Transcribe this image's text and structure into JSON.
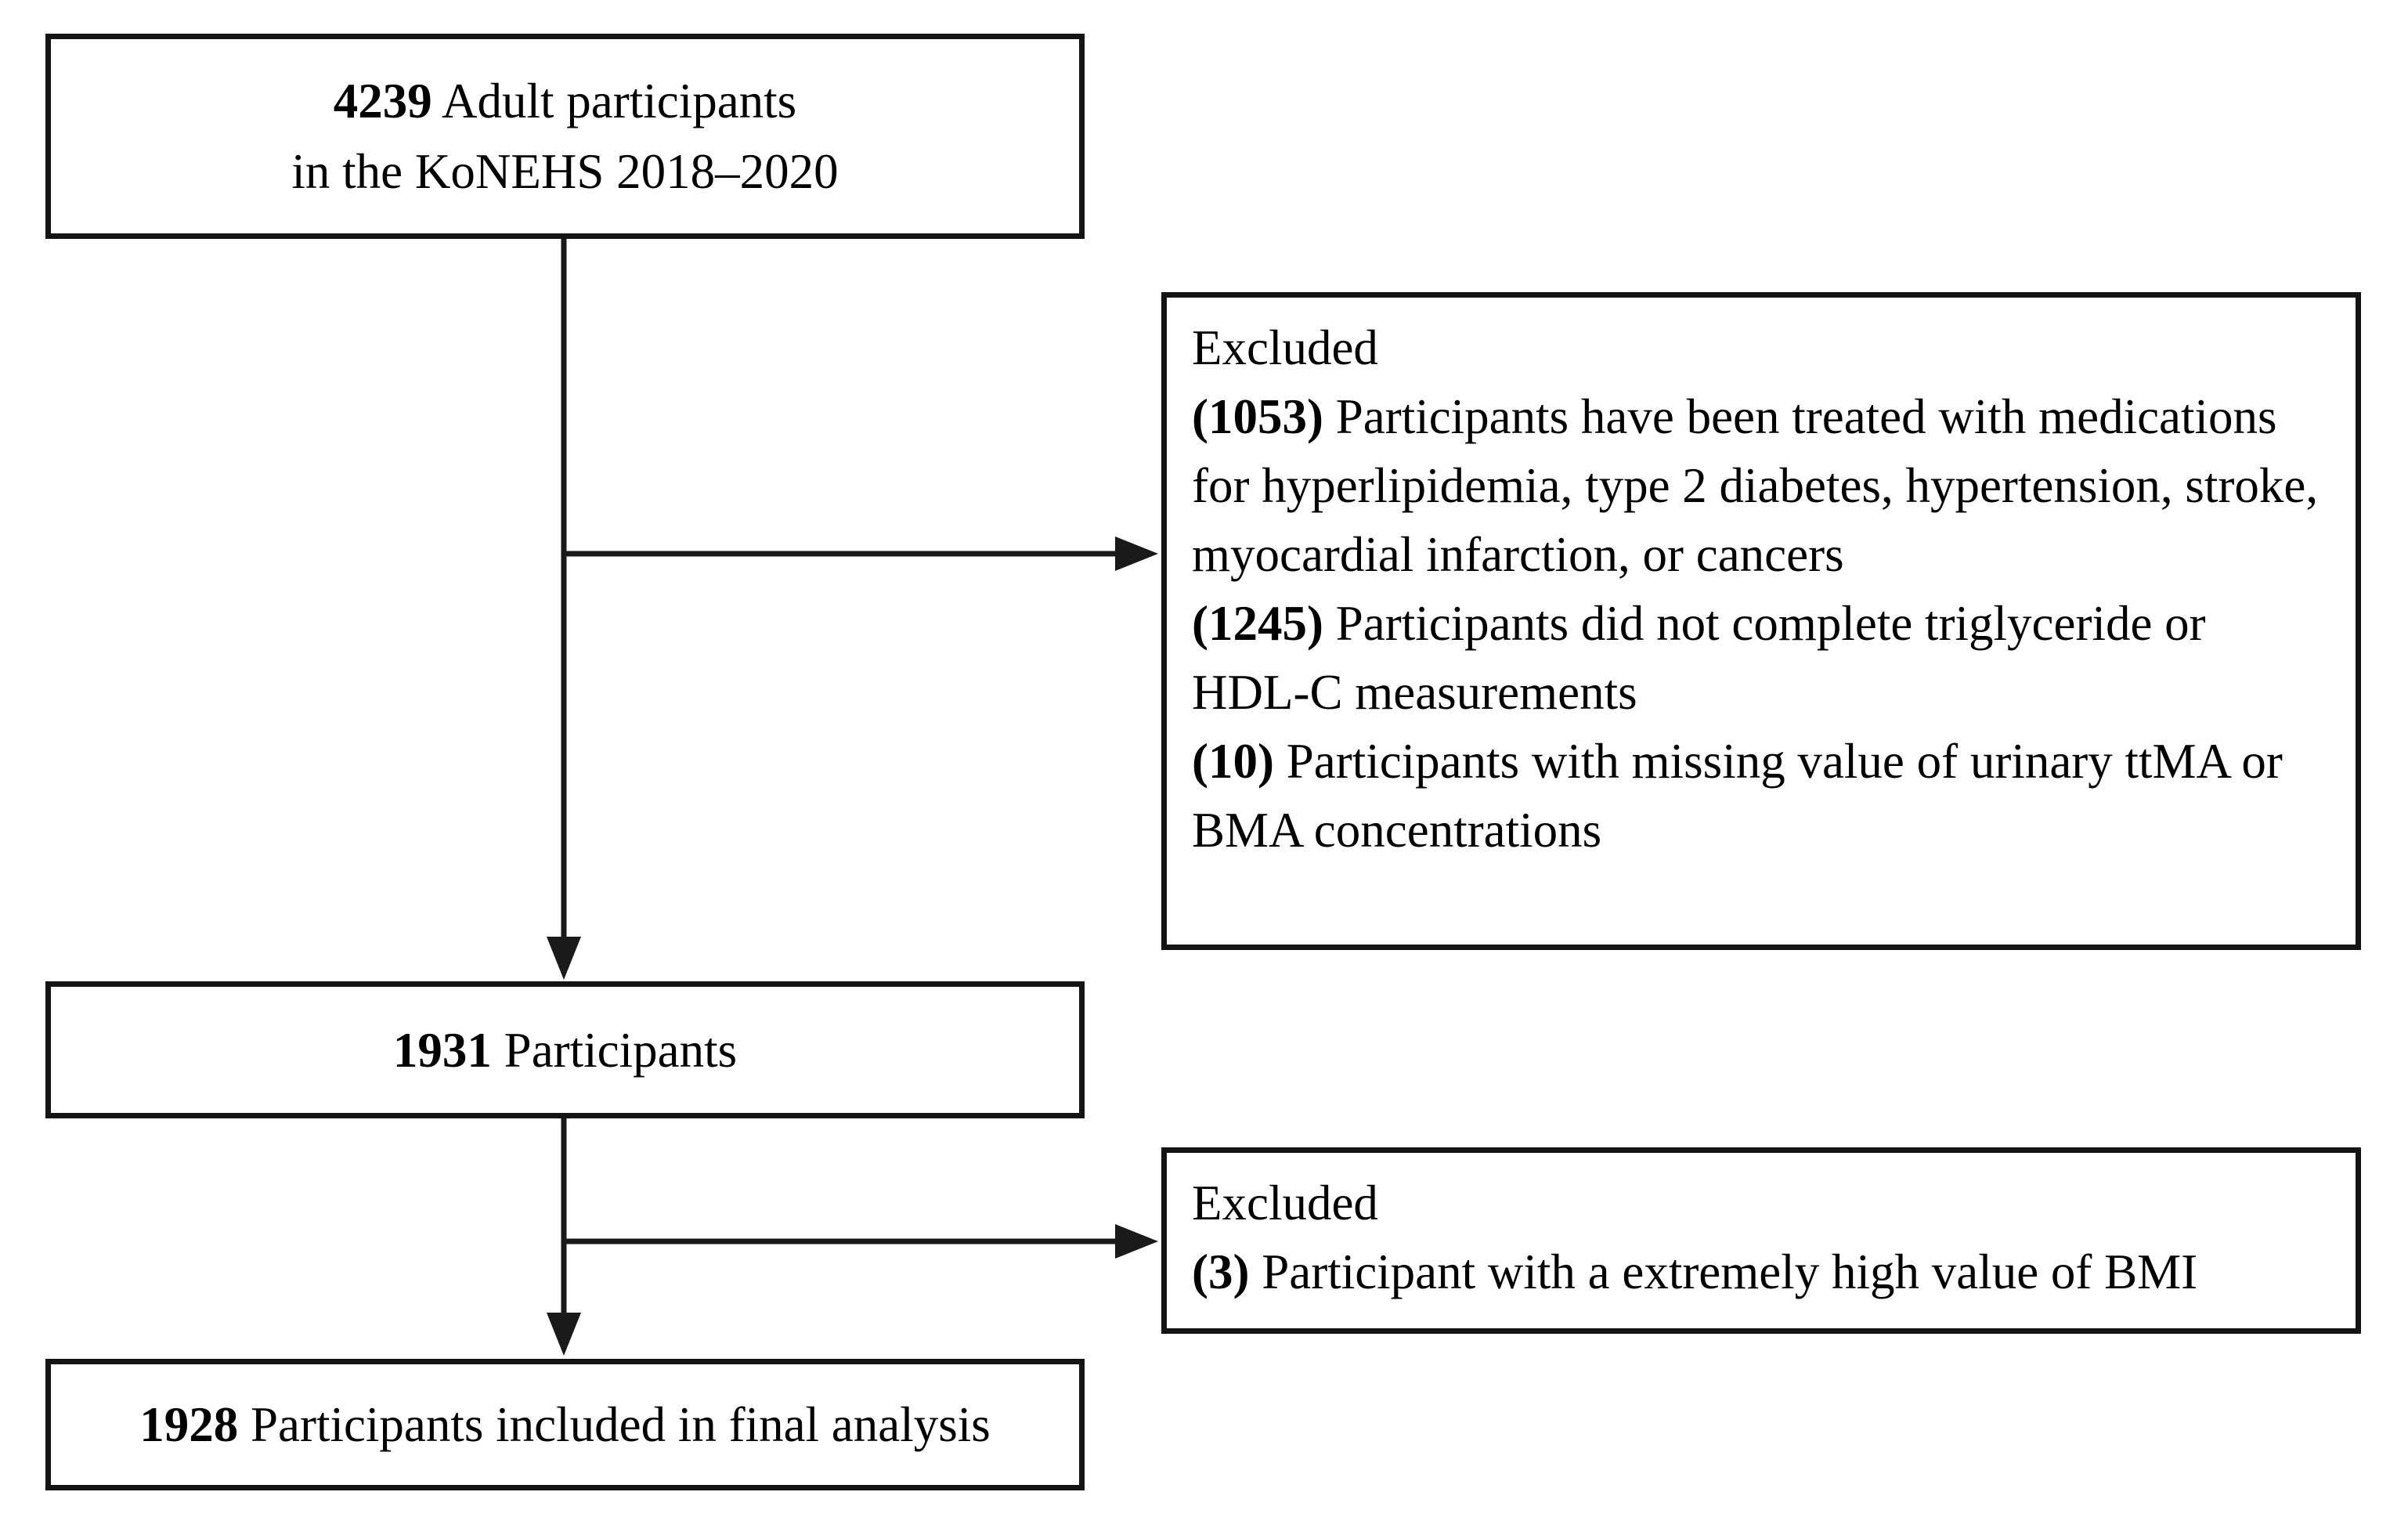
{
  "figure": {
    "type": "participant-flow-diagram"
  },
  "flow": {
    "initial": {
      "count": "4239",
      "label_line1": "Adult participants",
      "label_line2": "in the KoNEHS 2018–2020"
    },
    "after_first_exclusion": {
      "count": "1931",
      "label": "Participants"
    },
    "final": {
      "count": "1928",
      "label": "Participants included in final analysis"
    }
  },
  "exclusion_box_1": {
    "title": "Excluded",
    "items": [
      {
        "count": "(1053)",
        "text": "Participants have been treated with medications for hyperlipidemia, type 2 diabetes, hypertension, stroke, myocardial infarction, or cancers"
      },
      {
        "count": "(1245)",
        "text": "Participants did not complete triglyceride or HDL-C measurements"
      },
      {
        "count": "(10)",
        "text": "Participants with missing value of urinary ttMA or BMA concentrations"
      }
    ]
  },
  "exclusion_box_2": {
    "title": "Excluded",
    "items": [
      {
        "count": "(3)",
        "text": "Participant with a extremely high value of BMI"
      }
    ]
  },
  "colors": {
    "background": "#ffffff",
    "box_border": "#141414",
    "arrow": "#1a1a1a",
    "text": "#000000"
  }
}
